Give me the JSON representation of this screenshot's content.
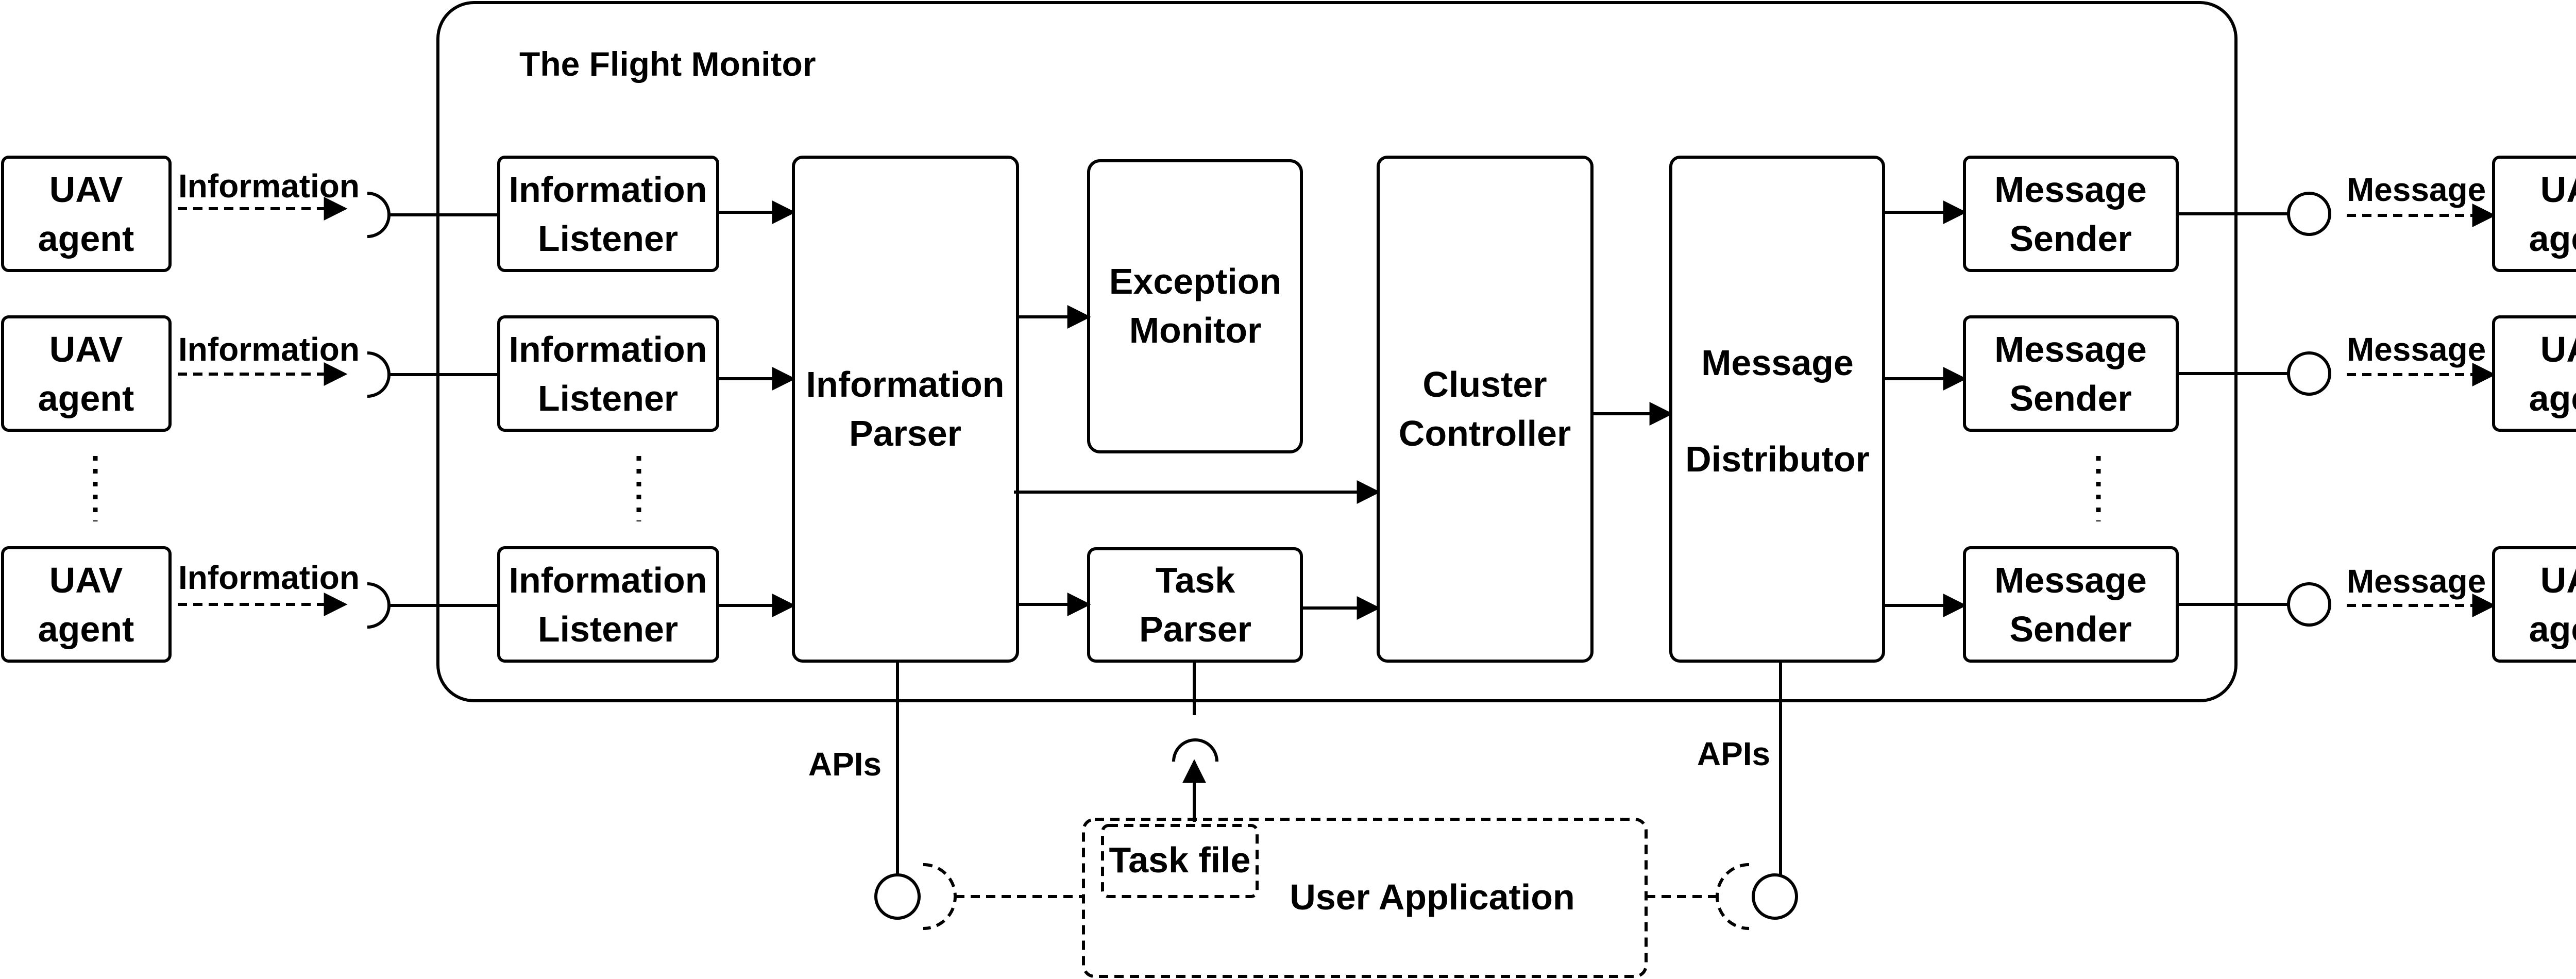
{
  "title": "The Flight Monitor",
  "agent": {
    "line1": "UAV",
    "line2": "agent"
  },
  "listener": {
    "line1": "Information",
    "line2": "Listener"
  },
  "sender": {
    "line1": "Message",
    "line2": "Sender"
  },
  "info_label": "Information",
  "msg_label": "Message",
  "parser": {
    "line1": "Information",
    "line2": "Parser"
  },
  "exception": {
    "line1": "Exception",
    "line2": "Monitor"
  },
  "task_parser": {
    "line1": "Task",
    "line2": "Parser"
  },
  "cluster": {
    "line1": "Cluster",
    "line2": "Controller"
  },
  "distributor": {
    "line1": "Message",
    "line2": "Distributor"
  },
  "apis_label": "APIs",
  "task_file": "Task file",
  "user_app": "User Application"
}
